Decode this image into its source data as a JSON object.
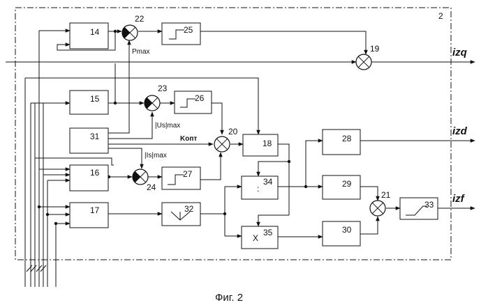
{
  "frame_label": "2",
  "blocks": {
    "b14": "14",
    "b15": "15",
    "b16": "16",
    "b17": "17",
    "b18": "18",
    "b25": "25",
    "b26": "26",
    "b27": "27",
    "b28": "28",
    "b29": "29",
    "b30": "30",
    "b31": "31",
    "b32": "32",
    "b33": "33",
    "b34": "34",
    "b35": "35"
  },
  "junctions": {
    "j19": "19",
    "j20": "20",
    "j21": "21",
    "j22": "22",
    "j23": "23",
    "j24": "24"
  },
  "signals": {
    "p_max": "Pmax",
    "us_max": "|Us|max",
    "is_max": "|Is|max",
    "k_opt": "Kопт",
    "divide": ":",
    "multiply": "X"
  },
  "outputs": {
    "izq": "izq",
    "izd": "izd",
    "izf": "izf"
  },
  "caption": "Фиг. 2"
}
